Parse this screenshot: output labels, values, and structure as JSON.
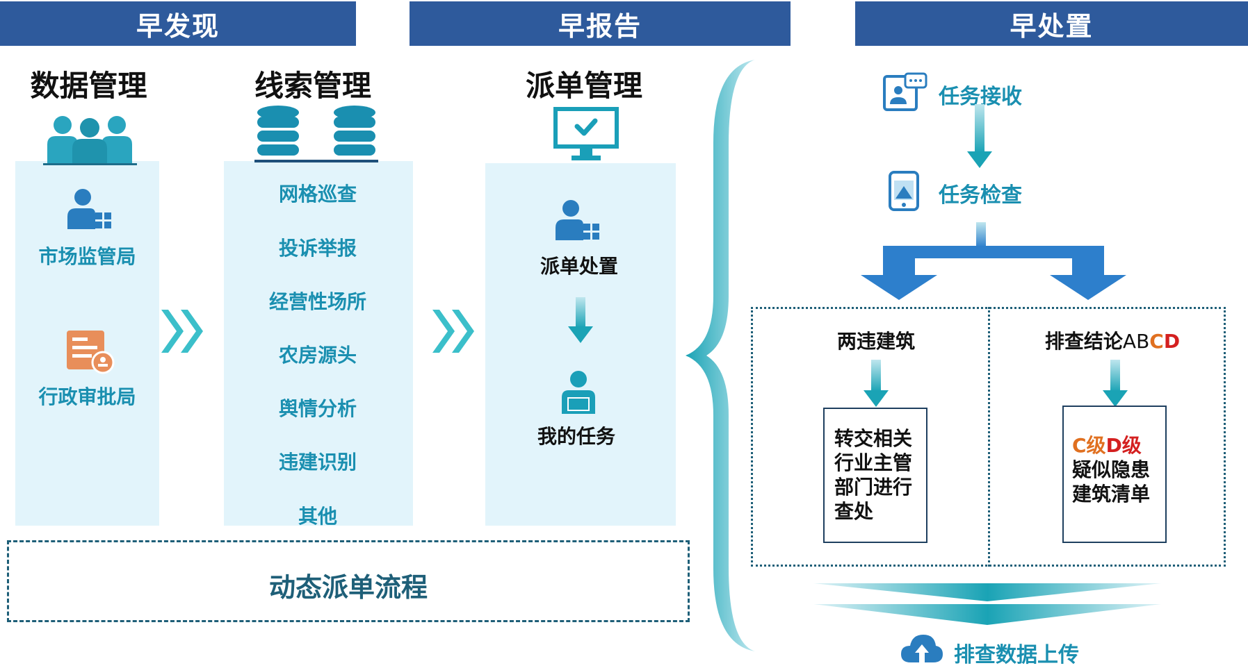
{
  "headers": {
    "discover": "早发现",
    "report": "早报告",
    "dispose": "早处置"
  },
  "columns": {
    "data_mgmt": {
      "title": "数据管理",
      "items": [
        "市场监管局",
        "行政审批局"
      ]
    },
    "clue_mgmt": {
      "title": "线索管理",
      "items": [
        "网格巡查",
        "投诉举报",
        "经营性场所",
        "农房源头",
        "舆情分析",
        "违建识别",
        "其他"
      ]
    },
    "dispatch_mgmt": {
      "title": "派单管理",
      "items": [
        "派单处置",
        "我的任务"
      ]
    }
  },
  "dynamic_flow": "动态派单流程",
  "dispose": {
    "task_receive": "任务接收",
    "task_check": "任务检查",
    "left_branch": {
      "title": "两违建筑",
      "result_lines": [
        "转交相关",
        "行业主管",
        "部门进行",
        "查处"
      ]
    },
    "right_branch": {
      "title_main": "排查结论",
      "title_grades": [
        "A",
        "B",
        "C",
        "D"
      ],
      "result_grade_c": "C级",
      "result_grade_d": "D级",
      "result_lines": [
        "疑似隐患",
        "建筑清单"
      ]
    },
    "upload": "排查数据上传"
  },
  "colors": {
    "header_bg": "#2e5a9c",
    "column_bg": "#e2f4fb",
    "teal": "#1a8fb0",
    "arrow_blue": "#2d7fcc",
    "grade_c": "#e07020",
    "grade_d": "#d42020"
  },
  "icons": [
    "users-icon",
    "database-icon",
    "monitor-check-icon",
    "person-grid-icon",
    "certificate-icon",
    "chevron-right-icon",
    "person-laptop-icon",
    "tablet-chat-icon",
    "phone-map-icon",
    "cloud-upload-icon"
  ]
}
